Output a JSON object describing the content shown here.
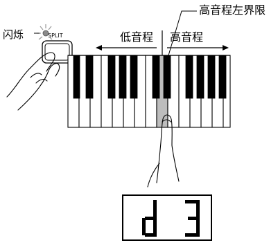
{
  "labels": {
    "flash": "闪烁",
    "split_button": "SPLIT",
    "low_range": "低音程",
    "high_range": "高音程",
    "split_point": "高音程左界限"
  },
  "display": {
    "text": "d 3"
  },
  "keyboard": {
    "highlight_color": "#bdbdbd"
  }
}
